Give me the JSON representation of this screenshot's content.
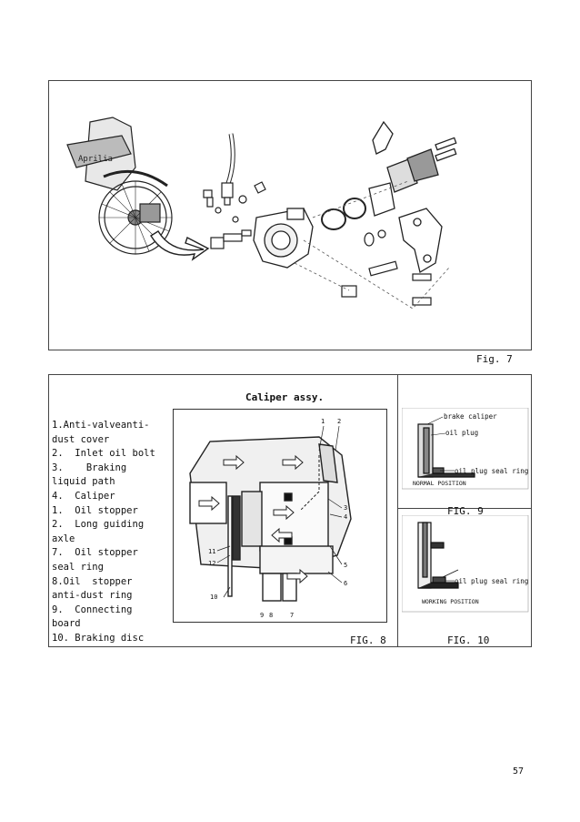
{
  "fig7": {
    "label": "Fig. 7"
  },
  "caliper": {
    "title": "Caliper assy."
  },
  "parts": [
    "1.Anti-valveanti-dust cover",
    "2.  Inlet oil bolt",
    "3.    Braking  liquid path",
    "4.  Caliper",
    "1.  Oil stopper",
    "2.  Long guiding axle",
    "7.  Oil stopper seal ring",
    "8.Oil  stopper  anti-dust ring",
    "9.  Connecting board",
    "10. Braking disc"
  ],
  "fig8": {
    "label": "FIG. 8",
    "callouts": [
      "1",
      "2",
      "3",
      "4",
      "5",
      "6",
      "7",
      "8",
      "9",
      "10",
      "11",
      "12"
    ]
  },
  "fig9": {
    "label": "FIG. 9",
    "brake_caliper": "brake caliper",
    "oil_plug": "oil plug",
    "oil_plug_seal_ring": "oil plug seal ring",
    "position": "NORMAL POSITION"
  },
  "fig10": {
    "label": "FIG. 10",
    "oil_plug_seal_ring": "oil plug seal ring",
    "position": "WORKING POSITION"
  },
  "page_number": "57"
}
